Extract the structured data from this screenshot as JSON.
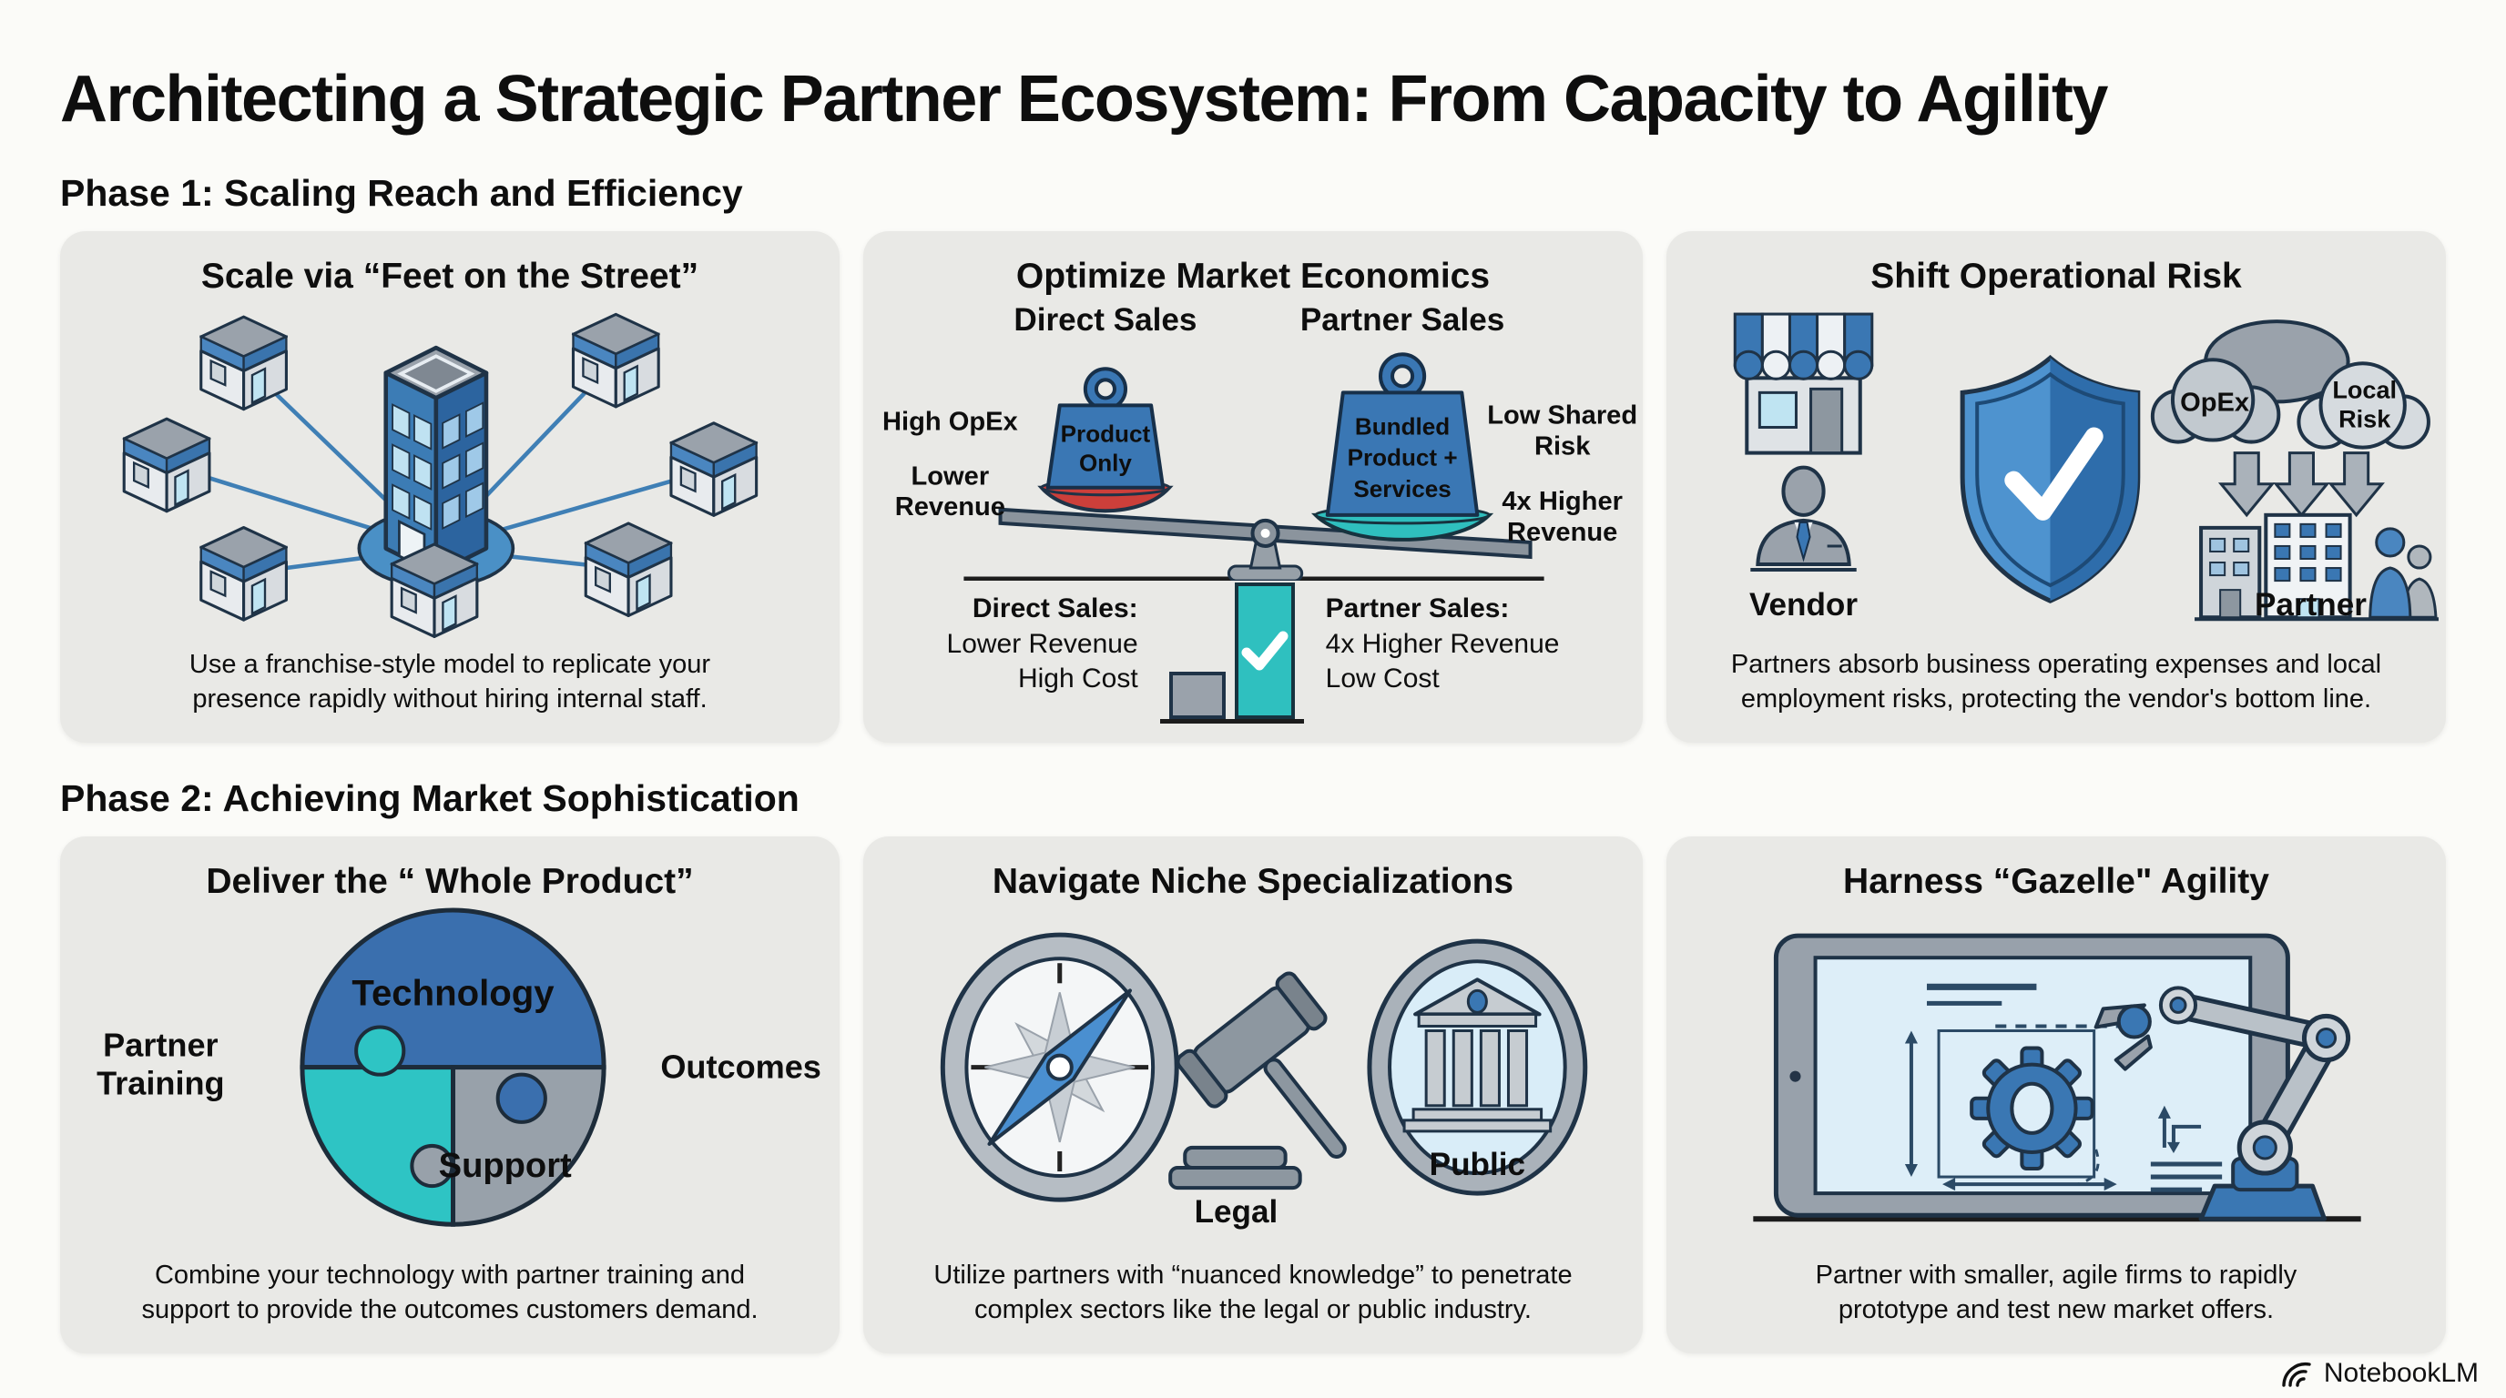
{
  "title": "Architecting a Strategic Partner Ecosystem: From Capacity to Agility",
  "watermark": "NotebookLM",
  "colors": {
    "panel_bg": "#e9e9e6",
    "accent_blue": "#3a77b4",
    "dark_blue": "#2c649f",
    "teal": "#2ec4c3",
    "red": "#cc3f3a",
    "gray": "#9aa2ab",
    "light_blue": "#bfe2f2",
    "outline": "#1f3347"
  },
  "phase1": {
    "heading": "Phase 1: Scaling Reach and Efficiency",
    "feet_panel": {
      "title": "Scale via “Feet on the Street”",
      "caption": "Use a franchise-style model to replicate your presence rapidly without hiring internal staff."
    },
    "economics_panel": {
      "title": "Optimize Market Economics",
      "direct_header": "Direct Sales",
      "partner_header": "Partner Sales",
      "direct_weight": [
        "Product",
        "Only"
      ],
      "partner_weight": [
        "Bundled",
        "Product +",
        "Services"
      ],
      "left_top": "High OpEx",
      "left_bottom": [
        "Lower",
        "Revenue"
      ],
      "right_top": [
        "Low Shared",
        "Risk"
      ],
      "right_bottom": [
        "4x Higher",
        "Revenue"
      ],
      "direct_summary_heading": "Direct Sales:",
      "direct_summary": [
        "Lower Revenue",
        "High Cost"
      ],
      "partner_summary_heading": "Partner Sales:",
      "partner_summary": [
        "4x Higher Revenue",
        "Low Cost"
      ]
    },
    "risk_panel": {
      "title": "Shift Operational Risk",
      "cloud_opex": "OpEx",
      "cloud_local": [
        "Local",
        "Risk"
      ],
      "vendor_label": "Vendor",
      "partner_label": "Partner",
      "caption": "Partners absorb business operating expenses and local employment risks, protecting the vendor's bottom line."
    }
  },
  "phase2": {
    "heading": "Phase 2: Achieving Market Sophistication",
    "whole_product_panel": {
      "title": "Deliver the “ Whole Product”",
      "piece_top": "Technology",
      "piece_bottom": "Support",
      "left_label": [
        "Partner",
        "Training"
      ],
      "right_label": "Outcomes",
      "caption": "Combine your technology with partner training and support to provide the outcomes customers demand."
    },
    "niche_panel": {
      "title": "Navigate Niche Specializations",
      "legal_label": "Legal",
      "public_label": "Public",
      "caption": "Utilize partners with “nuanced knowledge” to penetrate complex sectors like the legal or public industry."
    },
    "agility_panel": {
      "title": "Harness “Gazelle\" Agility",
      "caption": "Partner with smaller, agile firms to rapidly prototype and test new market offers."
    }
  }
}
